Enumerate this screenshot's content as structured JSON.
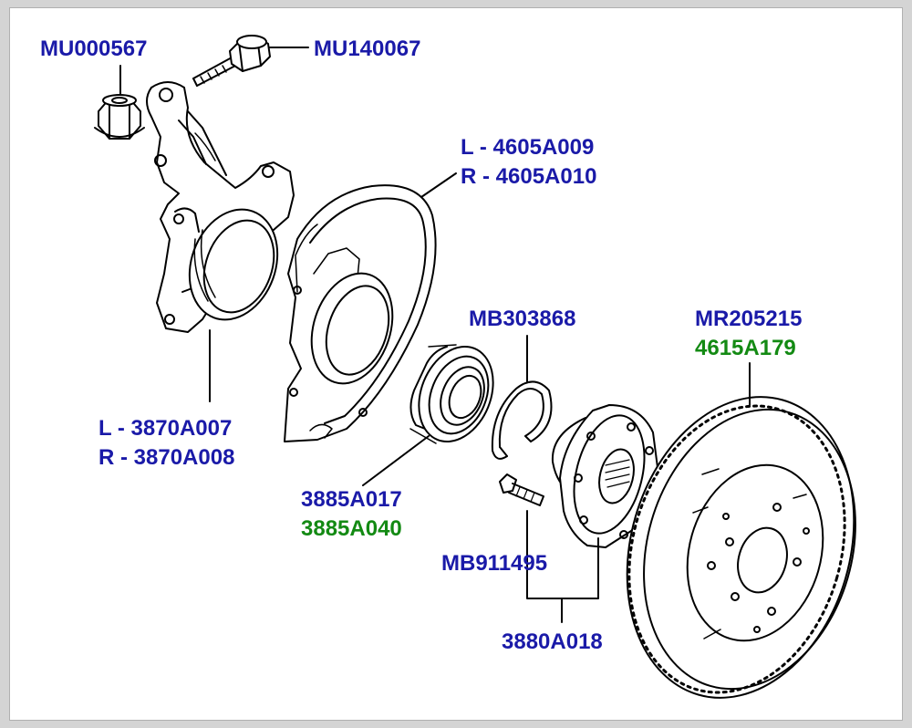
{
  "colors": {
    "primary_label": "#1a1aa8",
    "alt_label": "#138a13",
    "line": "#000000"
  },
  "labels": {
    "nut": "MU000567",
    "bolt": "MU140067",
    "dust_shield_left": "L - 4605A009",
    "dust_shield_right": "R - 4605A010",
    "snap_ring": "MB303868",
    "brake_disc": "MR205215",
    "brake_disc_alt": "4615A179",
    "knuckle_left": "L - 3870A007",
    "knuckle_right": "R - 3870A008",
    "bearing": "3885A017",
    "bearing_alt": "3885A040",
    "wheel_stud": "MB911495",
    "hub": "3880A018"
  }
}
